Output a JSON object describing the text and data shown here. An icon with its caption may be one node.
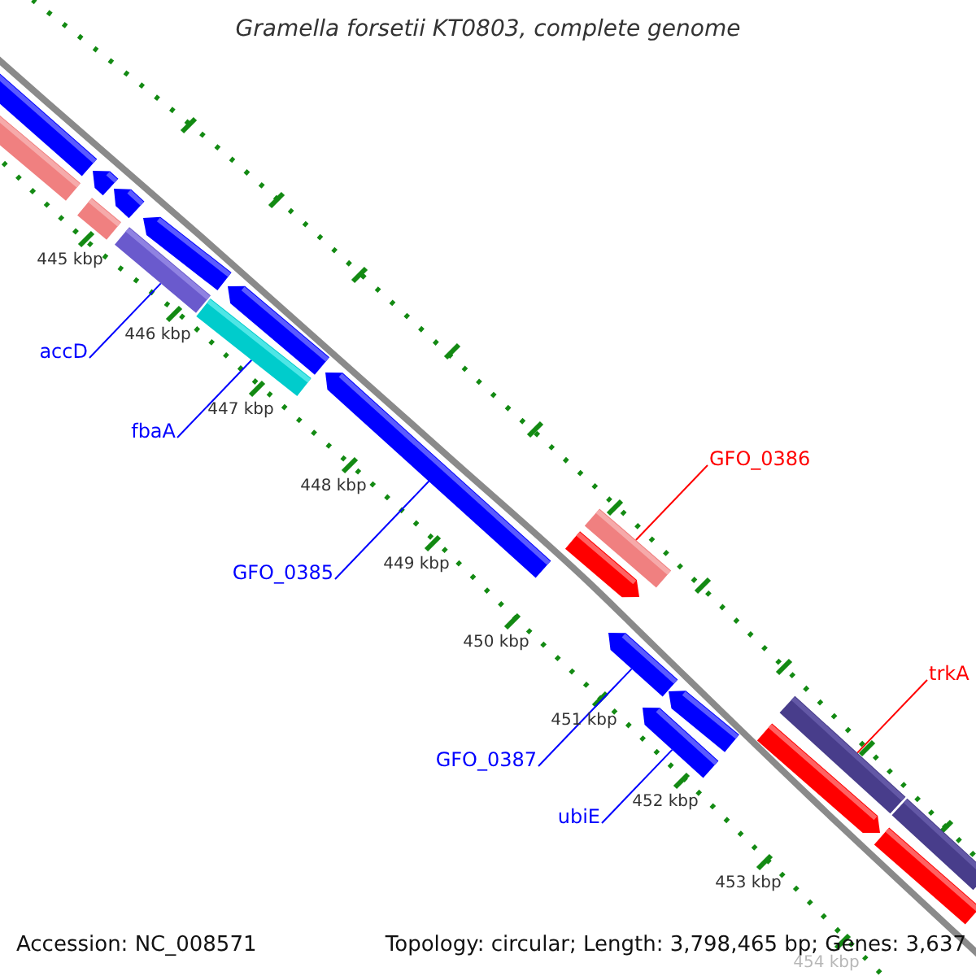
{
  "diagram": {
    "title": "Gramella forsetii KT0803, complete genome",
    "nodes": [
      {
        "text": [],
        "shape": "bar"
      },
      {
        "text": [],
        "shape": "bar"
      },
      {
        "text": [],
        "shape": "bar"
      },
      {
        "text": [],
        "shape": "bar"
      },
      {
        "text": [],
        "shape": "bar"
      },
      {
        "text": [],
        "shape": "bar"
      },
      {
        "text": [],
        "shape": "bar"
      },
      {
        "text": [],
        "shape": "bar"
      },
      {
        "text": [],
        "shape": "bar"
      },
      {
        "text": [],
        "shape": "bar"
      },
      {
        "text": [],
        "shape": "bar"
      },
      {
        "text": [],
        "shape": "bar"
      },
      {
        "text": [],
        "shape": "bar"
      },
      {
        "text": [],
        "shape": "bar"
      },
      {
        "text": [],
        "shape": "bar"
      },
      {
        "text": [],
        "shape": "bar"
      },
      {
        "text": [],
        "shape": "bar"
      },
      {
        "text": [],
        "shape": "bar"
      },
      {
        "text": [],
        "shape": "bar"
      },
      {
        "text": [
          "accD"
        ]
      },
      {
        "text": [
          "fbaA"
        ]
      },
      {
        "text": [
          "GFO_0385"
        ]
      },
      {
        "text": [
          "GFO_0386"
        ]
      },
      {
        "text": [
          "GFO_0387"
        ]
      },
      {
        "text": [
          "ubiE"
        ]
      },
      {
        "text": [
          "trkA"
        ]
      }
    ],
    "edges": [
      {
        "from": 19,
        "to": 5,
        "arrow": "none"
      },
      {
        "from": 20,
        "to": 7,
        "arrow": "none"
      },
      {
        "from": 21,
        "to": 9,
        "arrow": "none"
      },
      {
        "from": 22,
        "to": 10,
        "arrow": "none",
        "color": "#ff0000"
      },
      {
        "from": 23,
        "to": 12,
        "arrow": "none"
      },
      {
        "from": 24,
        "to": 14,
        "arrow": "none"
      },
      {
        "from": 25,
        "to": 15,
        "arrow": "none",
        "color": "#ff0000"
      }
    ],
    "labels": [
      "445 kbp",
      "446 kbp",
      "447 kbp",
      "448 kbp",
      "449 kbp",
      "450 kbp",
      "451 kbp",
      "452 kbp",
      "453 kbp",
      "454 kbp",
      "Accession: NC_008571",
      "Topology: circular; Length: 3,798,465 bp; Genes: 3,637"
    ]
  }
}
